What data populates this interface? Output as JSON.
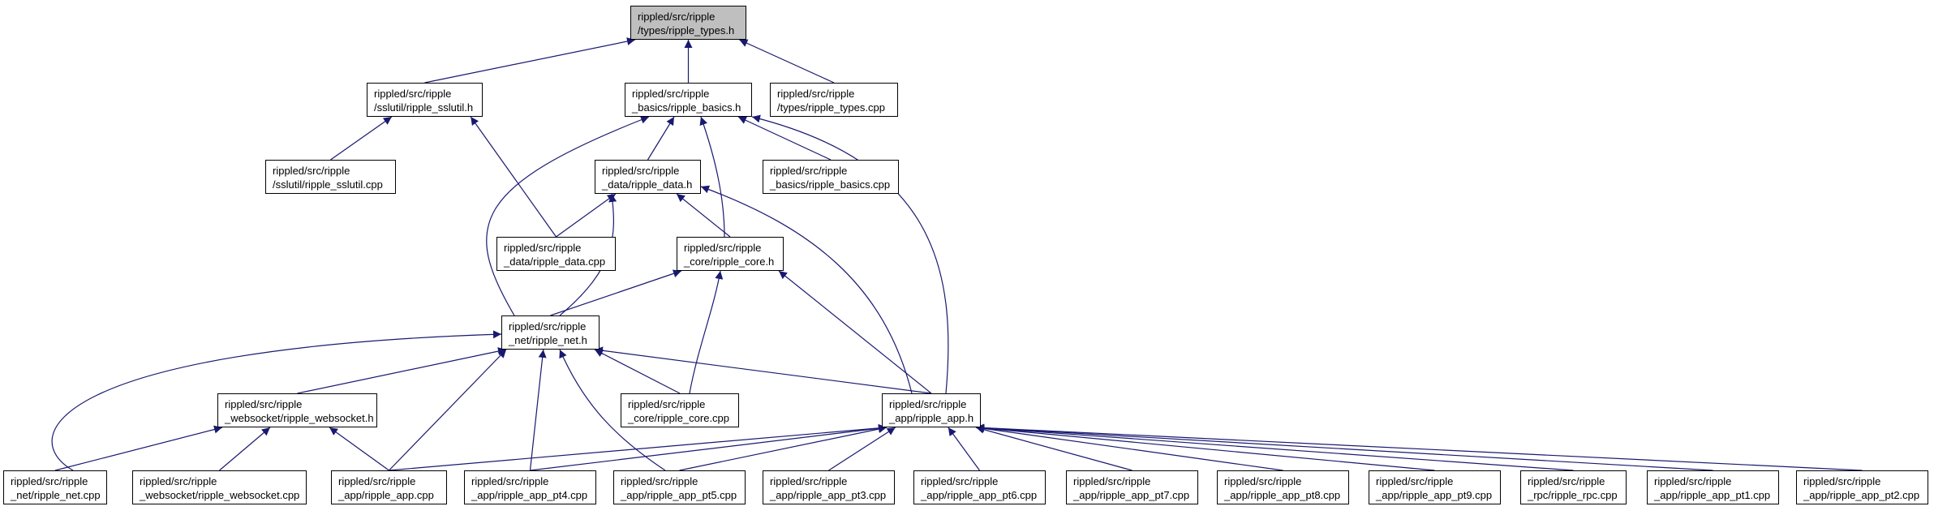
{
  "diagram": {
    "edge_color": "#191970",
    "root_fill": "#bfbfbf",
    "nodes": [
      {
        "id": "ripple_types_h",
        "line1": "rippled/src/ripple",
        "line2": "/types/ripple_types.h",
        "root": true
      },
      {
        "id": "ripple_sslutil_h",
        "line1": "rippled/src/ripple",
        "line2": "/sslutil/ripple_sslutil.h"
      },
      {
        "id": "ripple_basics_h",
        "line1": "rippled/src/ripple",
        "line2": "_basics/ripple_basics.h"
      },
      {
        "id": "ripple_types_cpp",
        "line1": "rippled/src/ripple",
        "line2": "/types/ripple_types.cpp"
      },
      {
        "id": "ripple_sslutil_cpp",
        "line1": "rippled/src/ripple",
        "line2": "/sslutil/ripple_sslutil.cpp"
      },
      {
        "id": "ripple_data_h",
        "line1": "rippled/src/ripple",
        "line2": "_data/ripple_data.h"
      },
      {
        "id": "ripple_basics_cpp",
        "line1": "rippled/src/ripple",
        "line2": "_basics/ripple_basics.cpp"
      },
      {
        "id": "ripple_data_cpp",
        "line1": "rippled/src/ripple",
        "line2": "_data/ripple_data.cpp"
      },
      {
        "id": "ripple_core_h",
        "line1": "rippled/src/ripple",
        "line2": "_core/ripple_core.h"
      },
      {
        "id": "ripple_net_h",
        "line1": "rippled/src/ripple",
        "line2": "_net/ripple_net.h"
      },
      {
        "id": "ripple_websocket_h",
        "line1": "rippled/src/ripple",
        "line2": "_websocket/ripple_websocket.h"
      },
      {
        "id": "ripple_core_cpp",
        "line1": "rippled/src/ripple",
        "line2": "_core/ripple_core.cpp"
      },
      {
        "id": "ripple_app_h",
        "line1": "rippled/src/ripple",
        "line2": "_app/ripple_app.h"
      },
      {
        "id": "ripple_net_cpp",
        "line1": "rippled/src/ripple",
        "line2": "_net/ripple_net.cpp"
      },
      {
        "id": "ripple_websocket_cpp",
        "line1": "rippled/src/ripple",
        "line2": "_websocket/ripple_websocket.cpp"
      },
      {
        "id": "ripple_app_cpp",
        "line1": "rippled/src/ripple",
        "line2": "_app/ripple_app.cpp"
      },
      {
        "id": "ripple_app_pt4_cpp",
        "line1": "rippled/src/ripple",
        "line2": "_app/ripple_app_pt4.cpp"
      },
      {
        "id": "ripple_app_pt5_cpp",
        "line1": "rippled/src/ripple",
        "line2": "_app/ripple_app_pt5.cpp"
      },
      {
        "id": "ripple_app_pt3_cpp",
        "line1": "rippled/src/ripple",
        "line2": "_app/ripple_app_pt3.cpp"
      },
      {
        "id": "ripple_app_pt6_cpp",
        "line1": "rippled/src/ripple",
        "line2": "_app/ripple_app_pt6.cpp"
      },
      {
        "id": "ripple_app_pt7_cpp",
        "line1": "rippled/src/ripple",
        "line2": "_app/ripple_app_pt7.cpp"
      },
      {
        "id": "ripple_app_pt8_cpp",
        "line1": "rippled/src/ripple",
        "line2": "_app/ripple_app_pt8.cpp"
      },
      {
        "id": "ripple_app_pt9_cpp",
        "line1": "rippled/src/ripple",
        "line2": "_app/ripple_app_pt9.cpp"
      },
      {
        "id": "ripple_rpc_cpp",
        "line1": "rippled/src/ripple",
        "line2": "_rpc/ripple_rpc.cpp"
      },
      {
        "id": "ripple_app_pt1_cpp",
        "line1": "rippled/src/ripple",
        "line2": "_app/ripple_app_pt1.cpp"
      },
      {
        "id": "ripple_app_pt2_cpp",
        "line1": "rippled/src/ripple",
        "line2": "_app/ripple_app_pt2.cpp"
      }
    ],
    "edges": [
      [
        "ripple_sslutil_h",
        "ripple_types_h"
      ],
      [
        "ripple_basics_h",
        "ripple_types_h"
      ],
      [
        "ripple_types_cpp",
        "ripple_types_h"
      ],
      [
        "ripple_sslutil_cpp",
        "ripple_sslutil_h"
      ],
      [
        "ripple_data_cpp",
        "ripple_sslutil_h"
      ],
      [
        "ripple_data_h",
        "ripple_basics_h"
      ],
      [
        "ripple_basics_cpp",
        "ripple_basics_h"
      ],
      [
        "ripple_core_h",
        "ripple_basics_h"
      ],
      [
        "ripple_net_h",
        "ripple_basics_h"
      ],
      [
        "ripple_app_h",
        "ripple_basics_h"
      ],
      [
        "ripple_data_cpp",
        "ripple_data_h"
      ],
      [
        "ripple_core_h",
        "ripple_data_h"
      ],
      [
        "ripple_net_h",
        "ripple_data_h"
      ],
      [
        "ripple_app_h",
        "ripple_data_h"
      ],
      [
        "ripple_net_h",
        "ripple_core_h"
      ],
      [
        "ripple_core_cpp",
        "ripple_core_h"
      ],
      [
        "ripple_app_h",
        "ripple_core_h"
      ],
      [
        "ripple_websocket_h",
        "ripple_net_h"
      ],
      [
        "ripple_net_cpp",
        "ripple_net_h"
      ],
      [
        "ripple_core_cpp",
        "ripple_net_h"
      ],
      [
        "ripple_app_h",
        "ripple_net_h"
      ],
      [
        "ripple_app_cpp",
        "ripple_net_h"
      ],
      [
        "ripple_app_pt4_cpp",
        "ripple_net_h"
      ],
      [
        "ripple_app_pt5_cpp",
        "ripple_net_h"
      ],
      [
        "ripple_net_cpp",
        "ripple_websocket_h"
      ],
      [
        "ripple_websocket_cpp",
        "ripple_websocket_h"
      ],
      [
        "ripple_app_cpp",
        "ripple_websocket_h"
      ],
      [
        "ripple_app_cpp",
        "ripple_app_h"
      ],
      [
        "ripple_app_pt4_cpp",
        "ripple_app_h"
      ],
      [
        "ripple_app_pt5_cpp",
        "ripple_app_h"
      ],
      [
        "ripple_app_pt3_cpp",
        "ripple_app_h"
      ],
      [
        "ripple_app_pt6_cpp",
        "ripple_app_h"
      ],
      [
        "ripple_app_pt7_cpp",
        "ripple_app_h"
      ],
      [
        "ripple_app_pt8_cpp",
        "ripple_app_h"
      ],
      [
        "ripple_app_pt9_cpp",
        "ripple_app_h"
      ],
      [
        "ripple_rpc_cpp",
        "ripple_app_h"
      ],
      [
        "ripple_app_pt1_cpp",
        "ripple_app_h"
      ],
      [
        "ripple_app_pt2_cpp",
        "ripple_app_h"
      ]
    ]
  }
}
